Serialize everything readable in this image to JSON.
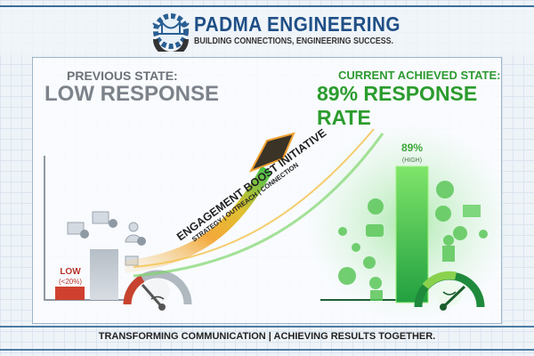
{
  "header": {
    "company": "PADMA ENGINEERING",
    "tagline": "BUILDING CONNECTIONS, ENGINEERING SUCCESS.",
    "logo_icon": "gear-bridge-icon"
  },
  "previous": {
    "label": "PREVIOUS STATE:",
    "value": "LOW RESPONSE",
    "bar_label": "LOW",
    "bar_sub": "(<20%)",
    "level": 0.2,
    "color": "#d0402f"
  },
  "current": {
    "label": "CURRENT ACHIEVED STATE:",
    "value": "89% RESPONSE RATE",
    "bar_label": "89%",
    "bar_sub": "(HIGH)",
    "level": 0.89,
    "color": "#3cc23f"
  },
  "initiative": {
    "title": "ENGAGEMENT BOOST INITIATIVE",
    "subtitle": "STRATEGY | OUTREACH | CONNECTION"
  },
  "footer": {
    "text": "TRANSFORMING COMMUNICATION | ACHIEVING RESULTS TOGETHER."
  }
}
